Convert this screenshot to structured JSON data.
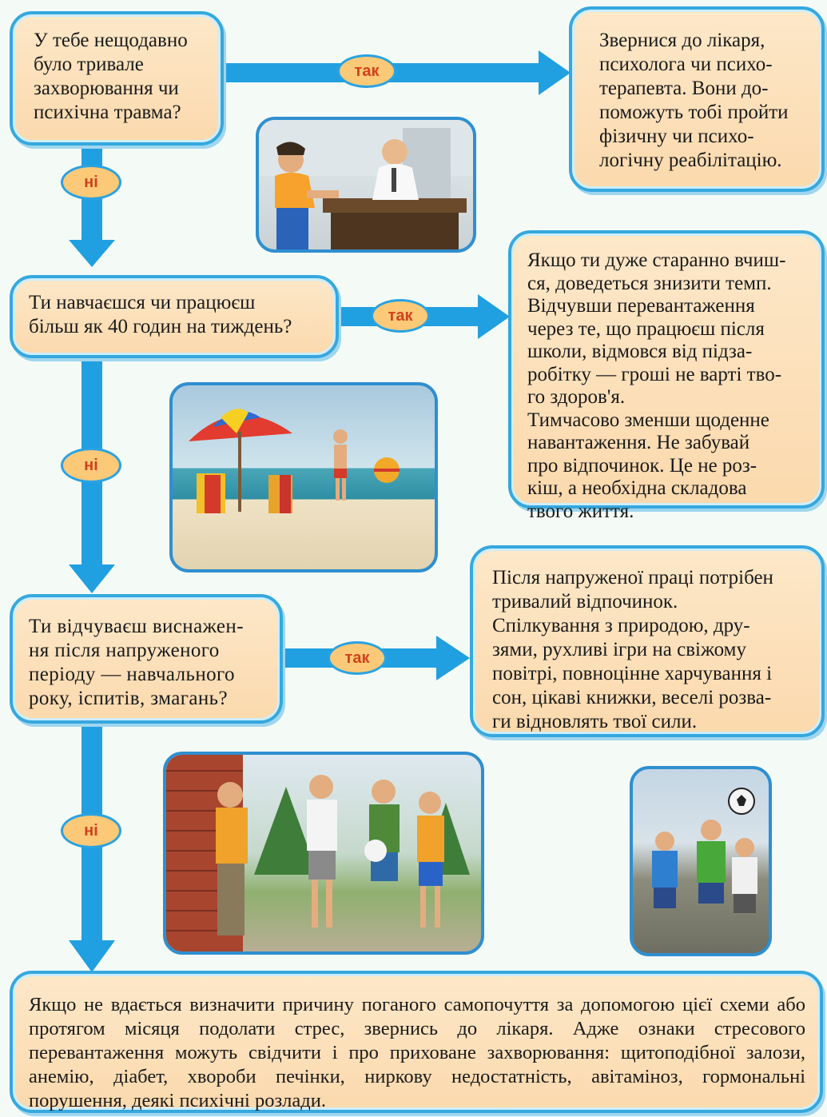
{
  "colors": {
    "flow": "#20a0e0",
    "box_fill": "#fbd9ad",
    "box_border": "#35a8de",
    "pill_fill": "#fbc977",
    "pill_text": "#d0421e"
  },
  "labels": {
    "yes": "так",
    "no": "ні"
  },
  "questions": [
    {
      "id": "q1",
      "text": "У тебе нещодавно\nбуло тривале\nзахворювання чи\nпсихічна травма?"
    },
    {
      "id": "q2",
      "text": "Ти навчаєшся чи працюєш\nбільш як 40 годин на тиждень?"
    },
    {
      "id": "q3",
      "text": "Ти відчуваєш виснажен-\nня після напруженого\nперіоду — навчального\nроку, іспитів, змагань?"
    }
  ],
  "answers": [
    {
      "id": "a1",
      "text": "Звернися до лікаря,\nпсихолога чи психо-\nтерапевта. Вони до-\nпоможуть тобі пройти\nфізичну чи психо-\nлогічну реабілітацію."
    },
    {
      "id": "a2",
      "text": "Якщо ти дуже старанно вчиш-\nся, доведеться знизити темп.\nВідчувши перевантаження\nчерез те, що працюєш після\nшколи, відмовся від підза-\nробітку — гроші не варті тво-\nго здоров'я.\nТимчасово зменши щоденне\nнавантаження. Не забувай\nпро відпочинок. Це не роз-\nкіш, а необхідна складова\nтвого життя."
    },
    {
      "id": "a3",
      "text": "Після напруженої праці потрібен\nтривалий відпочинок.\nСпілкування з природою, дру-\nзями, рухливі ігри на свіжому\nповітрі, повноцінне харчування і\nсон, цікаві книжки, веселі розва-\nги відновлять твої сили."
    }
  ],
  "conclusion": "Якщо не вдається визначити причину поганого самопочуття за допомогою цієї схеми або протягом місяця подолати стрес, звернись до лікаря. Адже ознаки стресового перевантаження можуть свідчити і про приховане захворювання: щитоподібної залози, анемію, діабет, хвороби печінки, ниркову недостатність, авітаміноз, гормональні порушення, деякі психічні розлади."
}
